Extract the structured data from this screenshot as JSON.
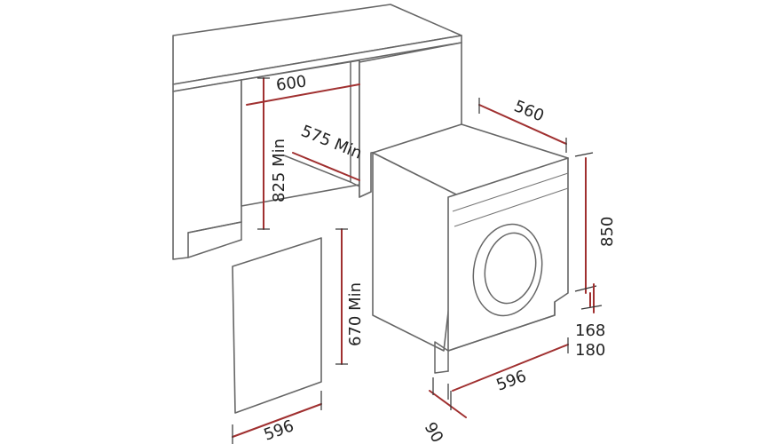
{
  "colors": {
    "outline": "#666666",
    "dimension_line": "#a03030",
    "text": "#222222",
    "background": "#ffffff"
  },
  "dimensions": {
    "niche_width": "600",
    "niche_depth_min": "575 Min",
    "niche_height_min": "825 Min",
    "machine_depth": "560",
    "machine_height": "850",
    "plinth_height_1": "168",
    "plinth_height_2": "180",
    "machine_width": "596",
    "plinth_offset": "90",
    "door_height_min": "670 Min",
    "door_width": "596"
  }
}
